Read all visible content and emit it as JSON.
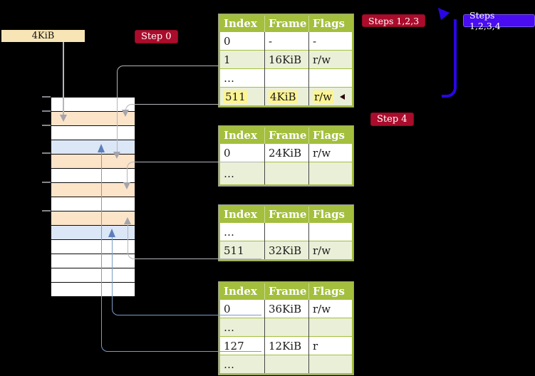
{
  "labels": {
    "frame_box": "4KiB",
    "step0": "Step 0",
    "steps123": "Steps 1,2,3",
    "steps1234": "Steps 1,2,3,4",
    "step4": "Step 4"
  },
  "colors": {
    "table_green": "#a3bf3d",
    "row_green": "#eaf0d8",
    "peach": "#fce4c9",
    "page_blue": "#dbe6f6",
    "wheat": "#f8e5b5",
    "crimson": "#ab0c2c",
    "violet": "#4a0cf0",
    "arrow_blue": "#2a06e2",
    "line_gray": "#b5b5ba",
    "head_gray": "#a4a4ad",
    "line_blue": "#7d9bc8",
    "head_blue": "#5c7fba",
    "highlight_yellow": "#fdf493"
  },
  "page_tables": [
    {
      "headers": [
        "Index",
        "Frame",
        "Flags"
      ],
      "rows": [
        {
          "cells": [
            "0",
            "-",
            "-"
          ],
          "shaded": false,
          "highlight": false
        },
        {
          "cells": [
            "1",
            "16KiB",
            "r/w"
          ],
          "shaded": true,
          "highlight": false
        },
        {
          "cells": [
            "…",
            "",
            ""
          ],
          "shaded": false,
          "highlight": false
        },
        {
          "cells": [
            "511",
            "4KiB",
            "r/w"
          ],
          "shaded": true,
          "highlight": true
        }
      ]
    },
    {
      "headers": [
        "Index",
        "Frame",
        "Flags"
      ],
      "rows": [
        {
          "cells": [
            "0",
            "24KiB",
            "r/w"
          ],
          "shaded": false,
          "highlight": false
        },
        {
          "cells": [
            "…",
            "",
            ""
          ],
          "shaded": true,
          "highlight": false
        }
      ]
    },
    {
      "headers": [
        "Index",
        "Frame",
        "Flags"
      ],
      "rows": [
        {
          "cells": [
            "…",
            "",
            ""
          ],
          "shaded": false,
          "highlight": false
        },
        {
          "cells": [
            "511",
            "32KiB",
            "r/w"
          ],
          "shaded": true,
          "highlight": false
        }
      ]
    },
    {
      "headers": [
        "Index",
        "Frame",
        "Flags"
      ],
      "rows": [
        {
          "cells": [
            "0",
            "36KiB",
            "r/w"
          ],
          "shaded": false,
          "highlight": false
        },
        {
          "cells": [
            "…",
            "",
            ""
          ],
          "shaded": true,
          "highlight": false
        },
        {
          "cells": [
            "127",
            "12KiB",
            "r"
          ],
          "shaded": false,
          "highlight": false
        },
        {
          "cells": [
            "…",
            "",
            ""
          ],
          "shaded": true,
          "highlight": false
        }
      ]
    }
  ],
  "memory": {
    "rows": [
      {
        "kind": "empty"
      },
      {
        "kind": "page-table"
      },
      {
        "kind": "empty"
      },
      {
        "kind": "mapped-page"
      },
      {
        "kind": "page-table"
      },
      {
        "kind": "empty"
      },
      {
        "kind": "page-table"
      },
      {
        "kind": "empty"
      },
      {
        "kind": "page-table"
      },
      {
        "kind": "mapped-page"
      },
      {
        "kind": "empty"
      },
      {
        "kind": "empty"
      },
      {
        "kind": "empty"
      },
      {
        "kind": "empty"
      }
    ]
  }
}
